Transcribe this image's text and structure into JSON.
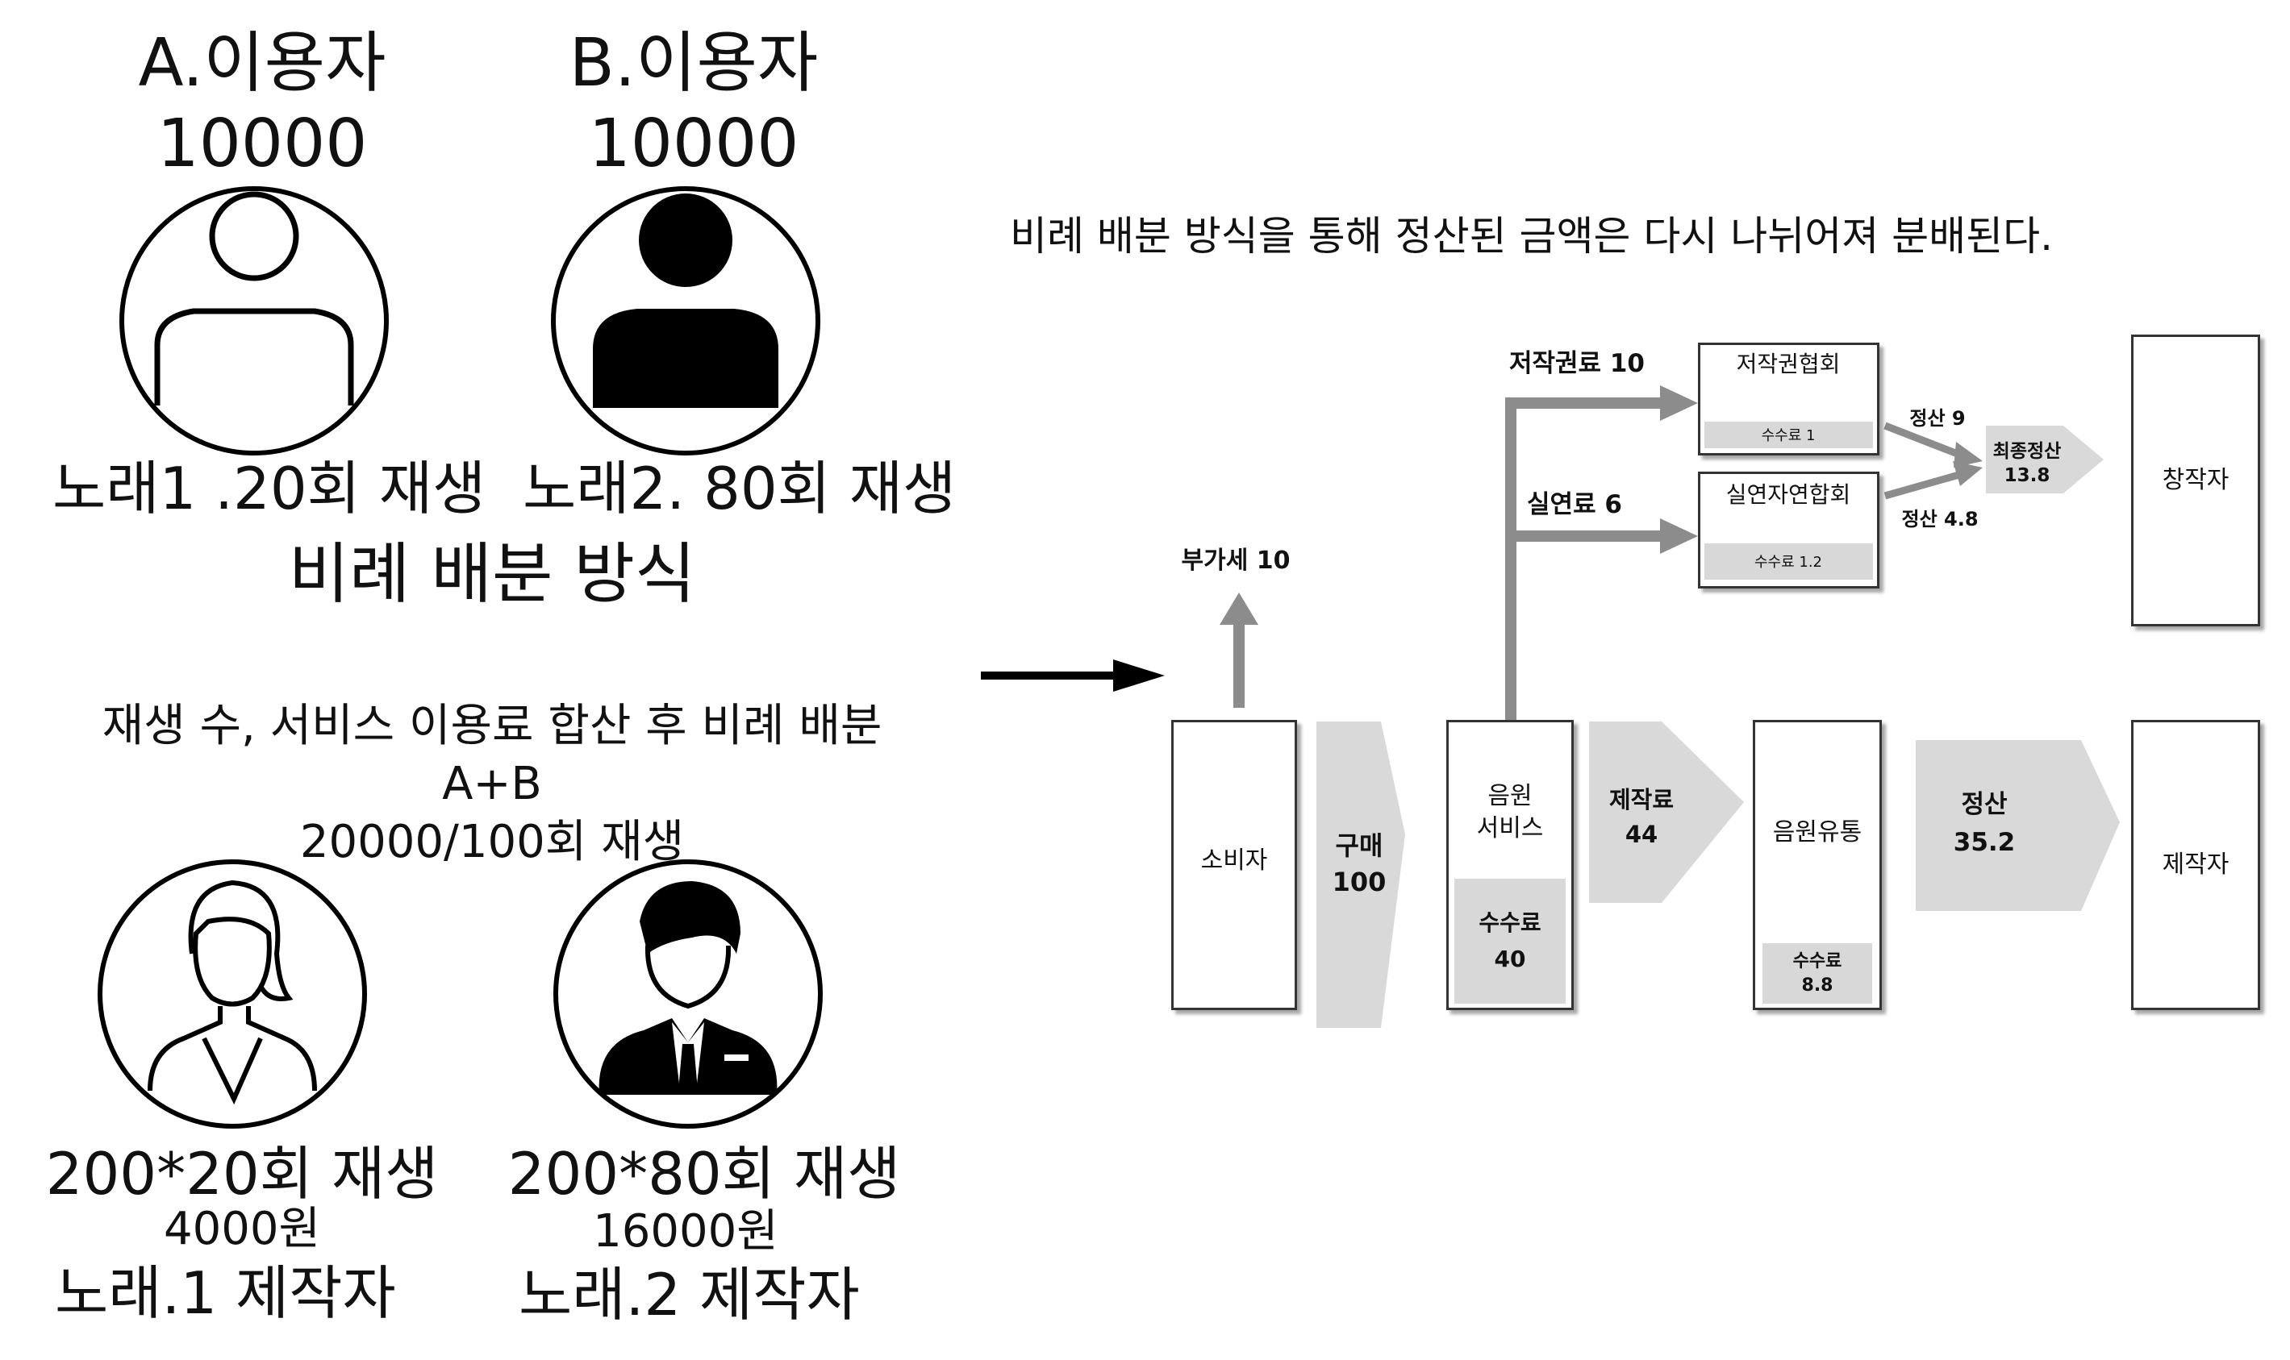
{
  "users": {
    "a": {
      "title": "A.이용자",
      "amount": "10000",
      "play": "노래1 .20회 재생"
    },
    "b": {
      "title": "B.이용자",
      "amount": "10000",
      "play": "노래2. 80회 재생"
    }
  },
  "method_title": "비례 배분 방식",
  "description": "재생 수, 서비스 이용료 합산 후 비례 배분",
  "sum_expr": "A+B",
  "sum_rate": "20000/100회 재생",
  "creators": {
    "c1": {
      "calc": "200*20회 재생",
      "amount": "4000원",
      "name": "노래.1 제작자"
    },
    "c2": {
      "calc": "200*80회 재생",
      "amount": "16000원",
      "name": "노래.2 제작자"
    }
  },
  "flow": {
    "caption": "비례 배분 방식을 통해 정산된 금액은 다시 나뉘어져 분배된다.",
    "consumer": "소비자",
    "purchase": {
      "label": "구매",
      "value": "100"
    },
    "vat": "부가세 10",
    "music_service": {
      "line1": "음원",
      "line2": "서비스",
      "fee_label": "수수료",
      "fee_value": "40"
    },
    "copyright_fee": "저작권료 10",
    "performer_fee": "실연료 6",
    "copyright_assoc": {
      "name": "저작권협회",
      "fee": "수수료 1"
    },
    "performer_assoc": {
      "name": "실연자연합회",
      "fee": "수수료 1.2"
    },
    "settle_9": "정산 9",
    "settle_48": "정산 4.8",
    "final_settle": {
      "label": "최종정산",
      "value": "13.8"
    },
    "author": "창작자",
    "production_fee": {
      "label": "제작료",
      "value": "44"
    },
    "distribution": {
      "name": "음원유통",
      "fee_label": "수수료",
      "fee_value": "8.8"
    },
    "settle": {
      "label": "정산",
      "value": "35.2"
    },
    "producer": "제작자"
  },
  "colors": {
    "arrow_fill": "#d9d9d9",
    "flow_line": "#8c8c8c",
    "fee_box": "#d8d8d8"
  }
}
